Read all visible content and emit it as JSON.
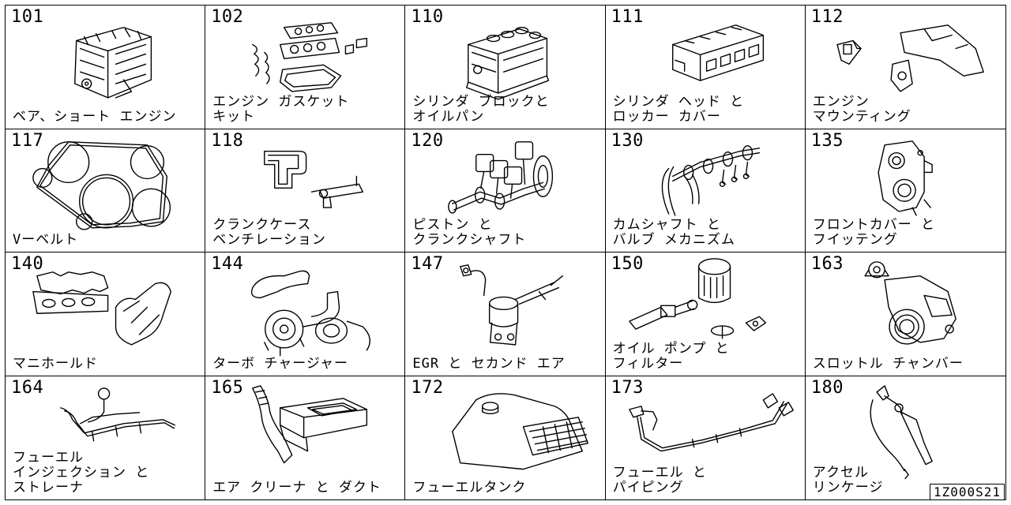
{
  "cells": [
    {
      "code": "101",
      "lines": [
        "ベア、ショート エンジン"
      ],
      "icon": "engine-short-block"
    },
    {
      "code": "102",
      "lines": [
        "エンジン ガスケット",
        "キット"
      ],
      "icon": "gasket-kit"
    },
    {
      "code": "110",
      "lines": [
        "シリンダ ブロックと",
        "オイルパン"
      ],
      "icon": "cylinder-block"
    },
    {
      "code": "111",
      "lines": [
        "シリンダ ヘッド と",
        "ロッカー カバー"
      ],
      "icon": "cylinder-head"
    },
    {
      "code": "112",
      "lines": [
        "エンジン",
        "マウンティング"
      ],
      "icon": "engine-mount"
    },
    {
      "code": "117",
      "lines": [
        "Vーベルト"
      ],
      "icon": "v-belt"
    },
    {
      "code": "118",
      "lines": [
        "クランクケース",
        "ベンチレーション"
      ],
      "icon": "crankcase-ventilation"
    },
    {
      "code": "120",
      "lines": [
        "ピストン と",
        "クランクシャフト"
      ],
      "icon": "piston-crankshaft"
    },
    {
      "code": "130",
      "lines": [
        "カムシャフト と",
        "バルブ メカニズム"
      ],
      "icon": "camshaft-valve"
    },
    {
      "code": "135",
      "lines": [
        "フロントカバー と",
        "フイッテング"
      ],
      "icon": "front-cover"
    },
    {
      "code": "140",
      "lines": [
        "マニホールド"
      ],
      "icon": "manifold"
    },
    {
      "code": "144",
      "lines": [
        "ターボ チャージャー"
      ],
      "icon": "turbocharger"
    },
    {
      "code": "147",
      "lines": [
        "EGR と セカンド エア"
      ],
      "icon": "egr-valve"
    },
    {
      "code": "150",
      "lines": [
        "オイル ポンプ と",
        "フィルター"
      ],
      "icon": "oil-pump-filter"
    },
    {
      "code": "163",
      "lines": [
        "スロットル チャンバー"
      ],
      "icon": "throttle-chamber"
    },
    {
      "code": "164",
      "lines": [
        "フューエル",
        "インジェクション と",
        "ストレーナ"
      ],
      "icon": "fuel-injection"
    },
    {
      "code": "165",
      "lines": [
        "エア クリーナ と ダクト"
      ],
      "icon": "air-cleaner"
    },
    {
      "code": "172",
      "lines": [
        "フューエルタンク"
      ],
      "icon": "fuel-tank"
    },
    {
      "code": "173",
      "lines": [
        "フューエル と",
        "パイピング"
      ],
      "icon": "fuel-piping"
    },
    {
      "code": "180",
      "lines": [
        "アクセル",
        "リンケージ"
      ],
      "icon": "accelerator-linkage"
    }
  ],
  "diagram_code": "1Z000S21"
}
